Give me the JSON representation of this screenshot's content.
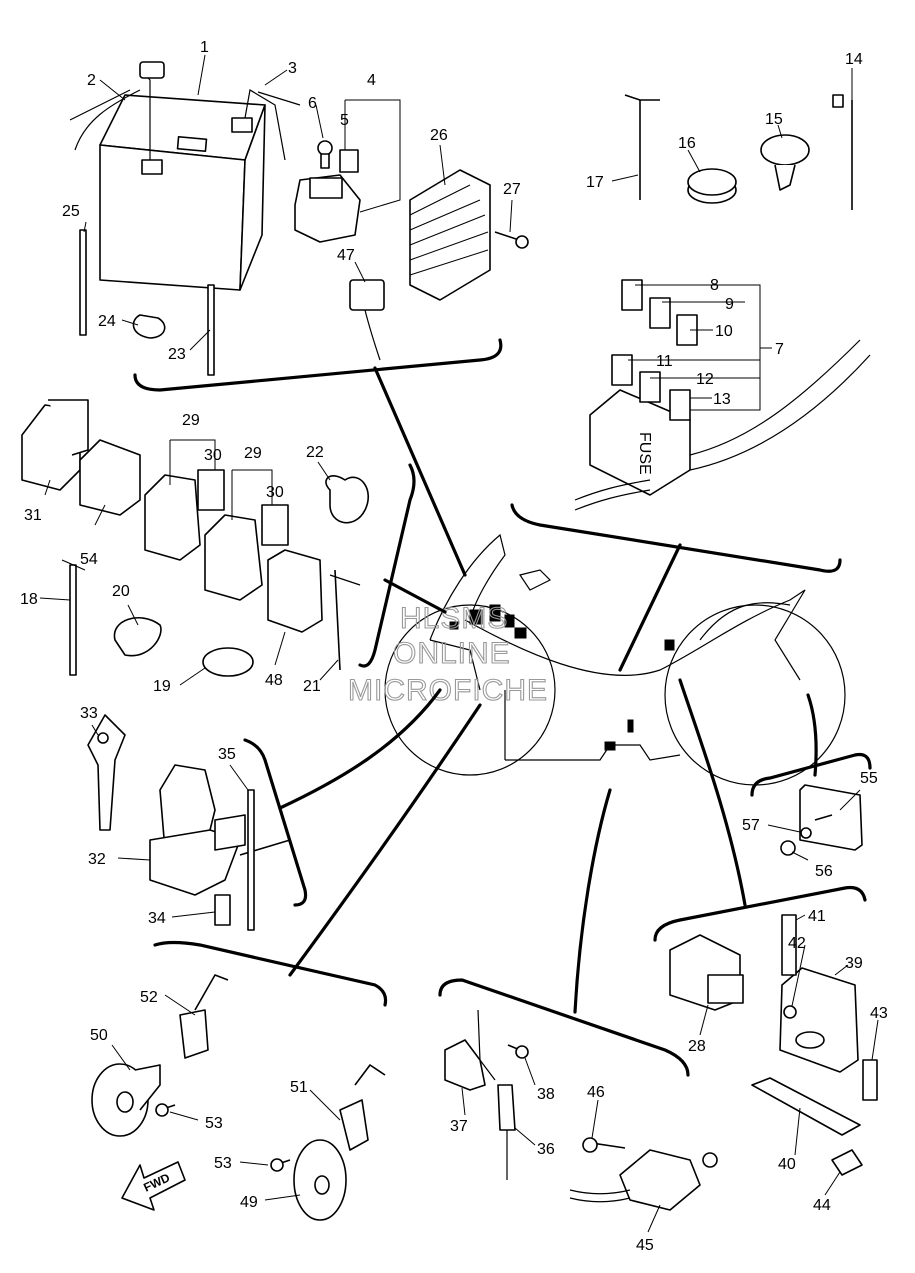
{
  "watermark": [
    "HLSMS",
    "ONLINE",
    "MICROFICHE"
  ],
  "fuse_box_label": "FUSE",
  "fwd_label": "FWD",
  "callouts": [
    "1",
    "2",
    "3",
    "4",
    "5",
    "6",
    "7",
    "8",
    "9",
    "10",
    "11",
    "12",
    "13",
    "14",
    "15",
    "16",
    "17",
    "18",
    "19",
    "20",
    "21",
    "22",
    "23",
    "24",
    "25",
    "26",
    "27",
    "28",
    "29",
    "30",
    "29",
    "30",
    "31",
    "32",
    "33",
    "34",
    "35",
    "36",
    "37",
    "38",
    "39",
    "40",
    "41",
    "42",
    "43",
    "44",
    "45",
    "46",
    "47",
    "48",
    "49",
    "50",
    "51",
    "52",
    "53",
    "53",
    "54",
    "55",
    "56",
    "57"
  ]
}
